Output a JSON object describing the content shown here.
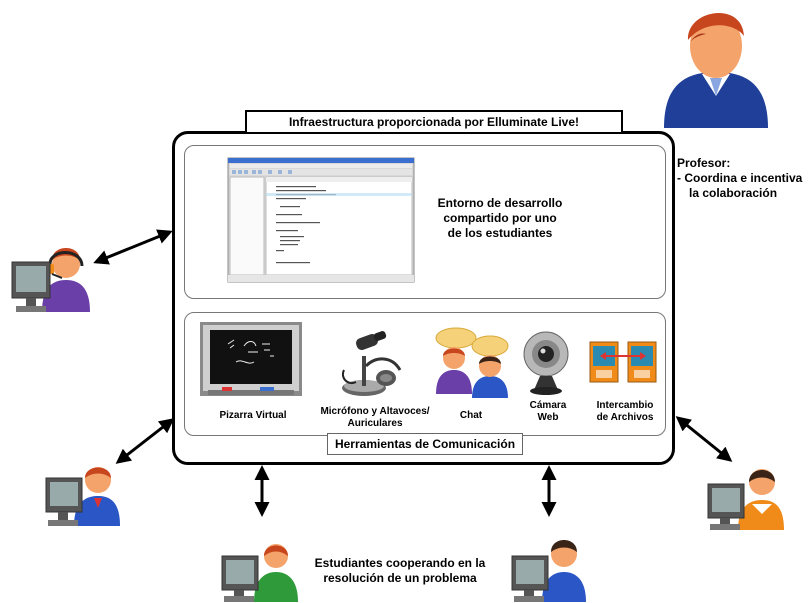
{
  "diagram": {
    "infrastructure_label": "Infraestructura proporcionada por Elluminate Live!",
    "ide_description": [
      "Entorno de desarrollo",
      "compartido por uno",
      "de los estudiantes"
    ],
    "communication_tools_label": "Herramientas de Comunicación",
    "tools": [
      {
        "icon": "whiteboard-icon",
        "label": [
          "Pizarra Virtual"
        ]
      },
      {
        "icon": "microphone-icon",
        "label": [
          "Micrófono y Altavoces/",
          "Auriculares"
        ]
      },
      {
        "icon": "chat-icon",
        "label": [
          "Chat"
        ]
      },
      {
        "icon": "webcam-icon",
        "label": [
          "Cámara",
          "Web"
        ]
      },
      {
        "icon": "file-exchange-icon",
        "label": [
          "Intercambio",
          "de Archivos"
        ]
      }
    ],
    "professor": {
      "title": "Profesor:",
      "role_lines": [
        "- Coordina e incentiva",
        "la colaboración"
      ]
    },
    "students_text": [
      "Estudiantes cooperando en la",
      "resolución de un problema"
    ],
    "colors": {
      "border": "#000000",
      "professor_suit": "#1f3f99",
      "student_blue": "#2a56c6",
      "student_purple": "#6a3fa8",
      "student_green": "#2e9a3a",
      "student_orange": "#f08a18",
      "skin": "#f4a36a",
      "hair_red": "#c8461e",
      "hair_dark": "#3a2418"
    }
  }
}
